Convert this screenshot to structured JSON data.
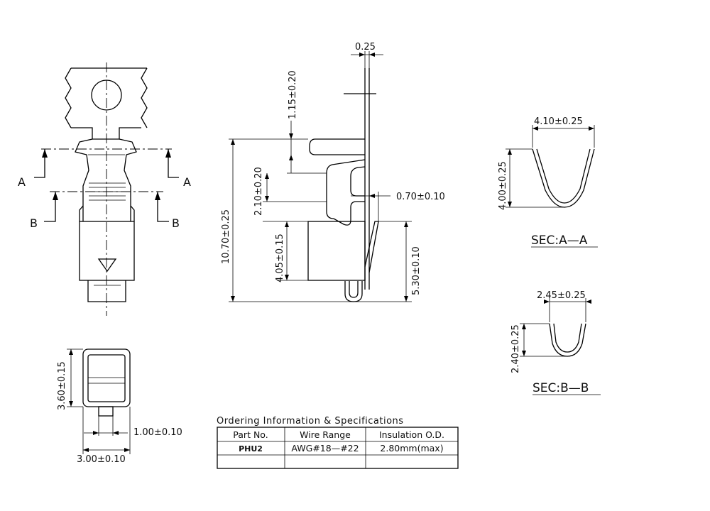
{
  "labels": {
    "section_a_left": "A",
    "section_a_right": "A",
    "section_b_left": "B",
    "section_b_right": "B",
    "sec_aa": "SEC:A—A",
    "sec_bb": "SEC:B—B"
  },
  "dimensions": {
    "thickness": "0.25",
    "overall_length": "10.70±0.25",
    "tab_length": "1.15±0.20",
    "crimp_length": "2.10±0.20",
    "barrel_length": "4.05±0.15",
    "contact_length": "5.30±0.10",
    "lance_offset": "0.70±0.10",
    "end_height": "3.60±0.15",
    "end_pin_width": "1.00±0.10",
    "end_width": "3.00±0.10",
    "sec_aa_width": "4.10±0.25",
    "sec_aa_height": "4.00±0.25",
    "sec_bb_width": "2.45±0.25",
    "sec_bb_height": "2.40±0.25"
  },
  "table": {
    "title": "Ordering Information & Specifications",
    "headers": [
      "Part No.",
      "Wire Range",
      "Insulation O.D."
    ],
    "rows": [
      [
        "PHU2",
        "AWG#18—#22",
        "2.80mm(max)"
      ],
      [
        "",
        "",
        ""
      ]
    ]
  }
}
